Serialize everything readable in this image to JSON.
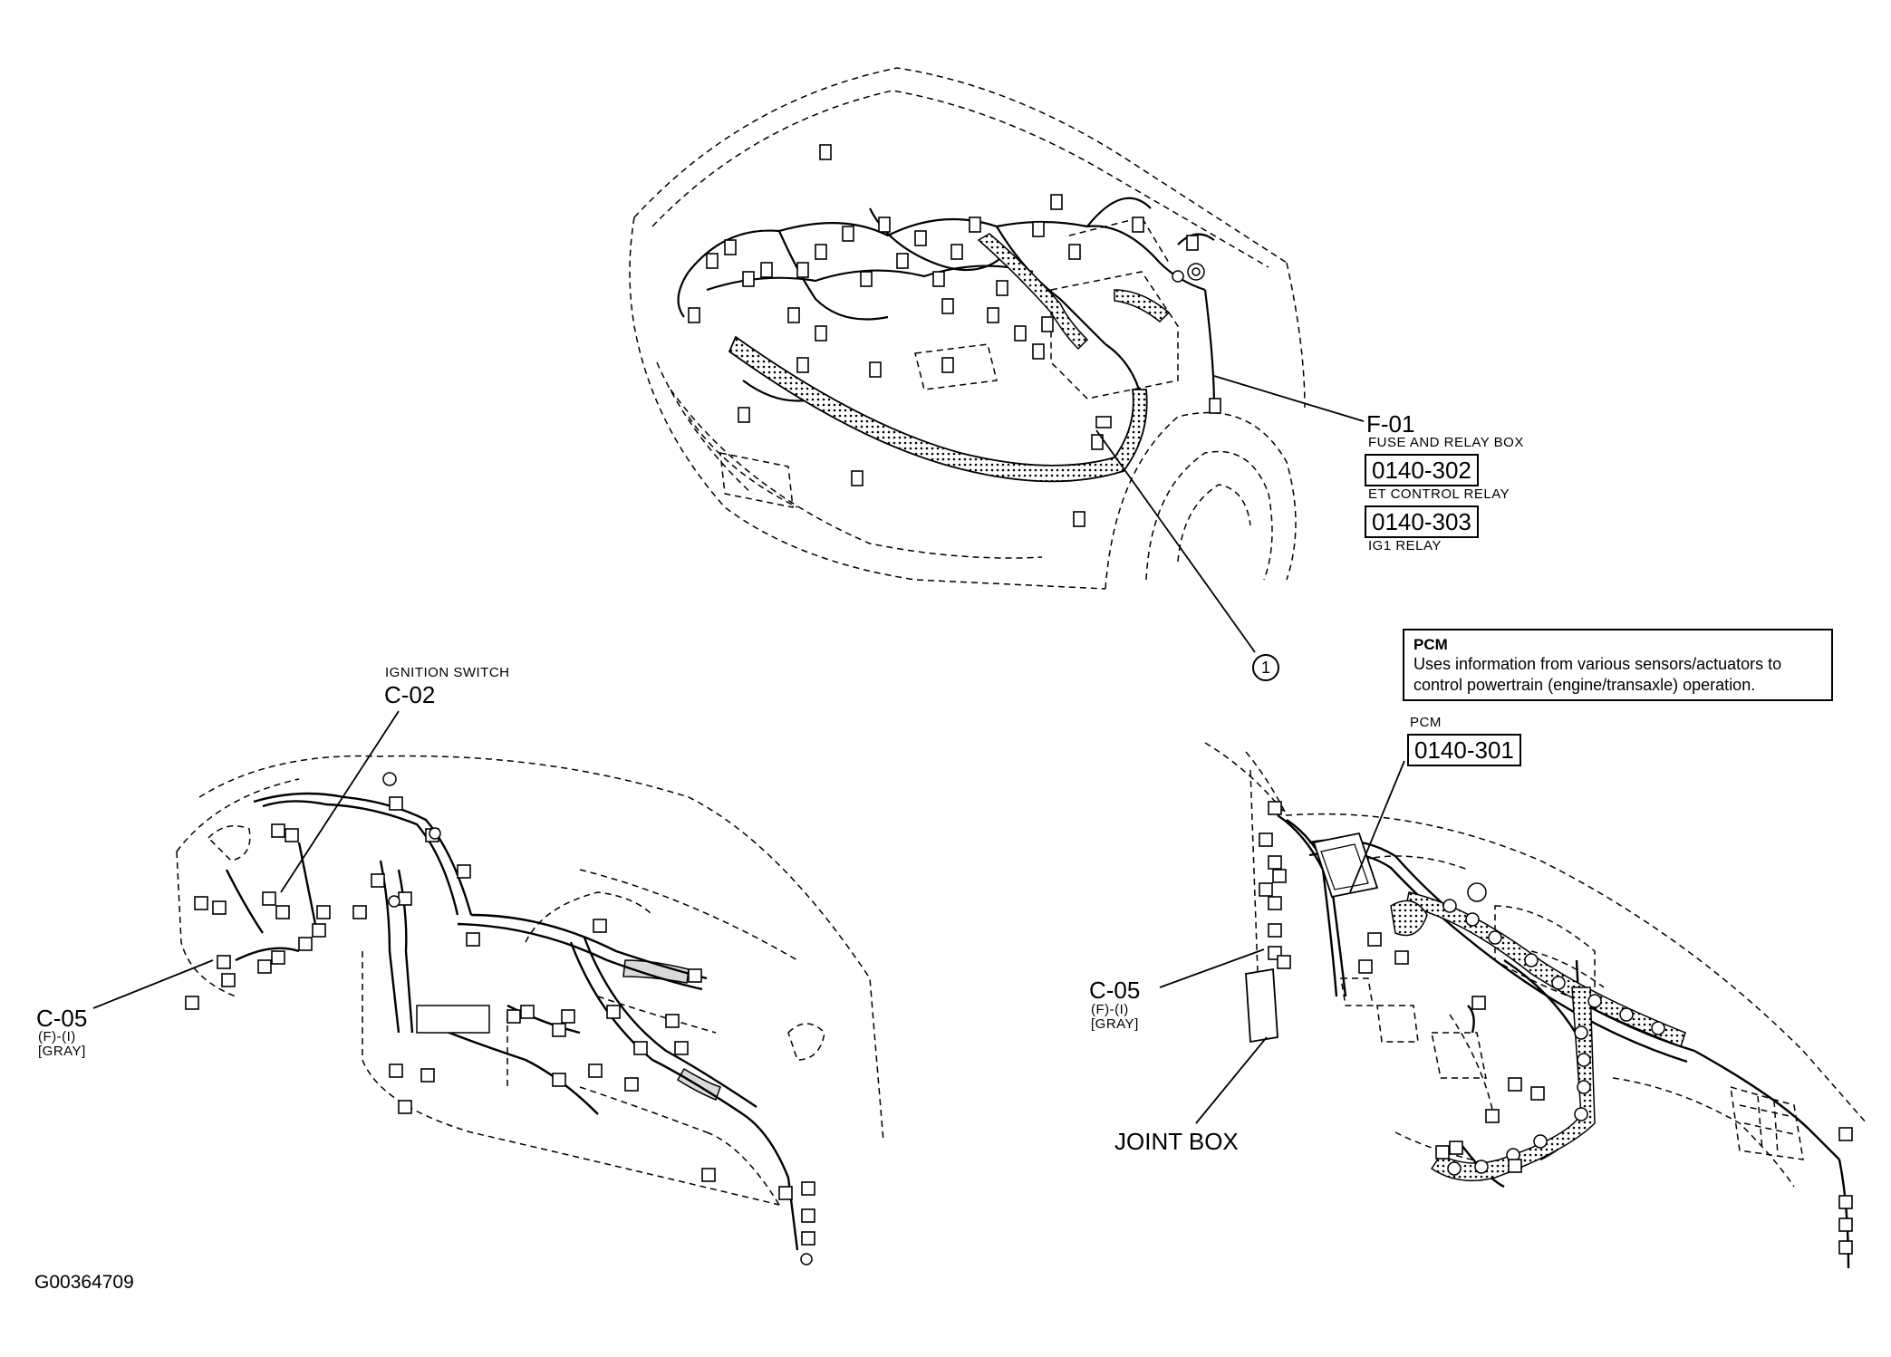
{
  "top_callouts": {
    "f01_code": "F-01",
    "f01_desc": "FUSE AND RELAY BOX",
    "relay1_code": "0140-302",
    "relay1_desc": "ET CONTROL RELAY",
    "relay2_code": "0140-303",
    "relay2_desc": "IG1 RELAY",
    "marker": "1"
  },
  "left_callouts": {
    "ign_desc": "IGNITION SWITCH",
    "ign_code": "C-02",
    "c05_code": "C-05",
    "c05_sub": "(F)-(I)",
    "c05_color": "[GRAY]"
  },
  "right_callouts": {
    "pcm_title": "PCM",
    "pcm_desc_line1": "Uses information from various sensors/actuators to",
    "pcm_desc_line2": "control powertrain (engine/transaxle) operation.",
    "pcm_label": "PCM",
    "pcm_code": "0140-301",
    "c05_code": "C-05",
    "c05_sub": "(F)-(I)",
    "c05_color": "[GRAY]",
    "joint_box": "JOINT BOX"
  },
  "figure_id": "G00364709"
}
